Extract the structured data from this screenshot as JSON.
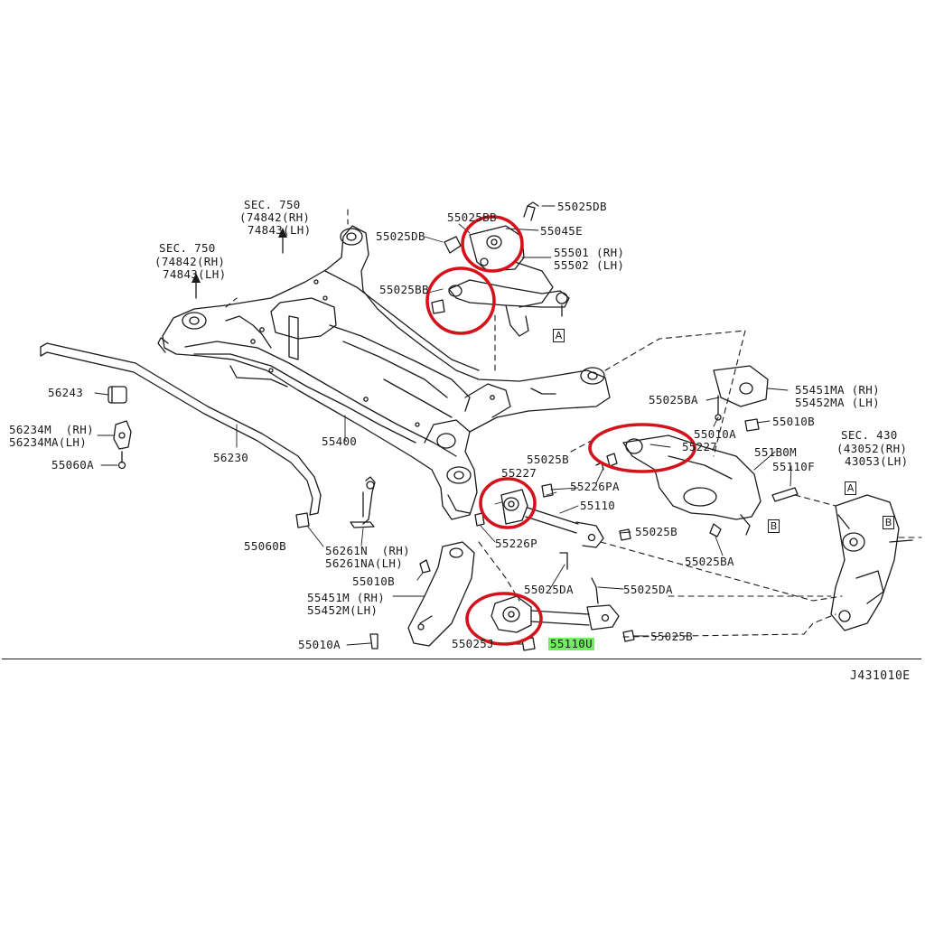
{
  "diagram": {
    "code": "J431010E",
    "highlight_color": "#6ef05c",
    "circle_color": "#d4121b",
    "labels": {
      "sec750_a": "SEC. 750",
      "p74842_a": "(74842(RH)",
      "p74843_a": "74843(LH)",
      "sec750_b": "SEC. 750",
      "p74842_b": "(74842(RH)",
      "p74843_b": "74843(LH)",
      "p55025dd_top": "55025DB",
      "p55025db_left": "55025DB",
      "p55025bb_top": "55025BB",
      "p55045e": "55045E",
      "p55501": "55501 (RH)",
      "p55502": "55502 (LH)",
      "p55025bb_mid": "55025BB",
      "p56243": "56243",
      "p56234m": "56234M  (RH)",
      "p56234ma": "56234MA(LH)",
      "p55060a": "55060A",
      "p56230": "56230",
      "p55400": "55400",
      "p55025ba_top": "55025BA",
      "p55451ma": "55451MA (RH)",
      "p55452ma": "55452MA (LH)",
      "p55010b_r": "55010B",
      "p55227_r": "55227",
      "p55010a_r": "55010A",
      "p551b0m": "551B0M",
      "p55110f": "55110F",
      "sec430": "SEC. 430",
      "p43052": "(43052(RH)",
      "p43053": "43053(LH)",
      "p55025b_mid": "55025B",
      "p55227_c": "55227",
      "p55226pa": "55226PA",
      "p55110": "55110",
      "p55025b_r": "55025B",
      "p55226p": "55226P",
      "p55025ba_bot": "55025BA",
      "p55060b": "55060B",
      "p56261n": "56261N  (RH)",
      "p56261na": "56261NA(LH)",
      "p55010b_c": "55010B",
      "p55025da_l": "55025DA",
      "p55025da_r": "55025DA",
      "p55451m": "55451M (RH)",
      "p55452m": "55452M(LH)",
      "p55010a_b": "55010A",
      "p55025j": "55025J",
      "p55110u": "55110U",
      "p55025b_bot": "55025B"
    },
    "ref_boxes": {
      "a_top": "A",
      "a_right": "A",
      "b_right": "B",
      "b_far": "B"
    }
  }
}
